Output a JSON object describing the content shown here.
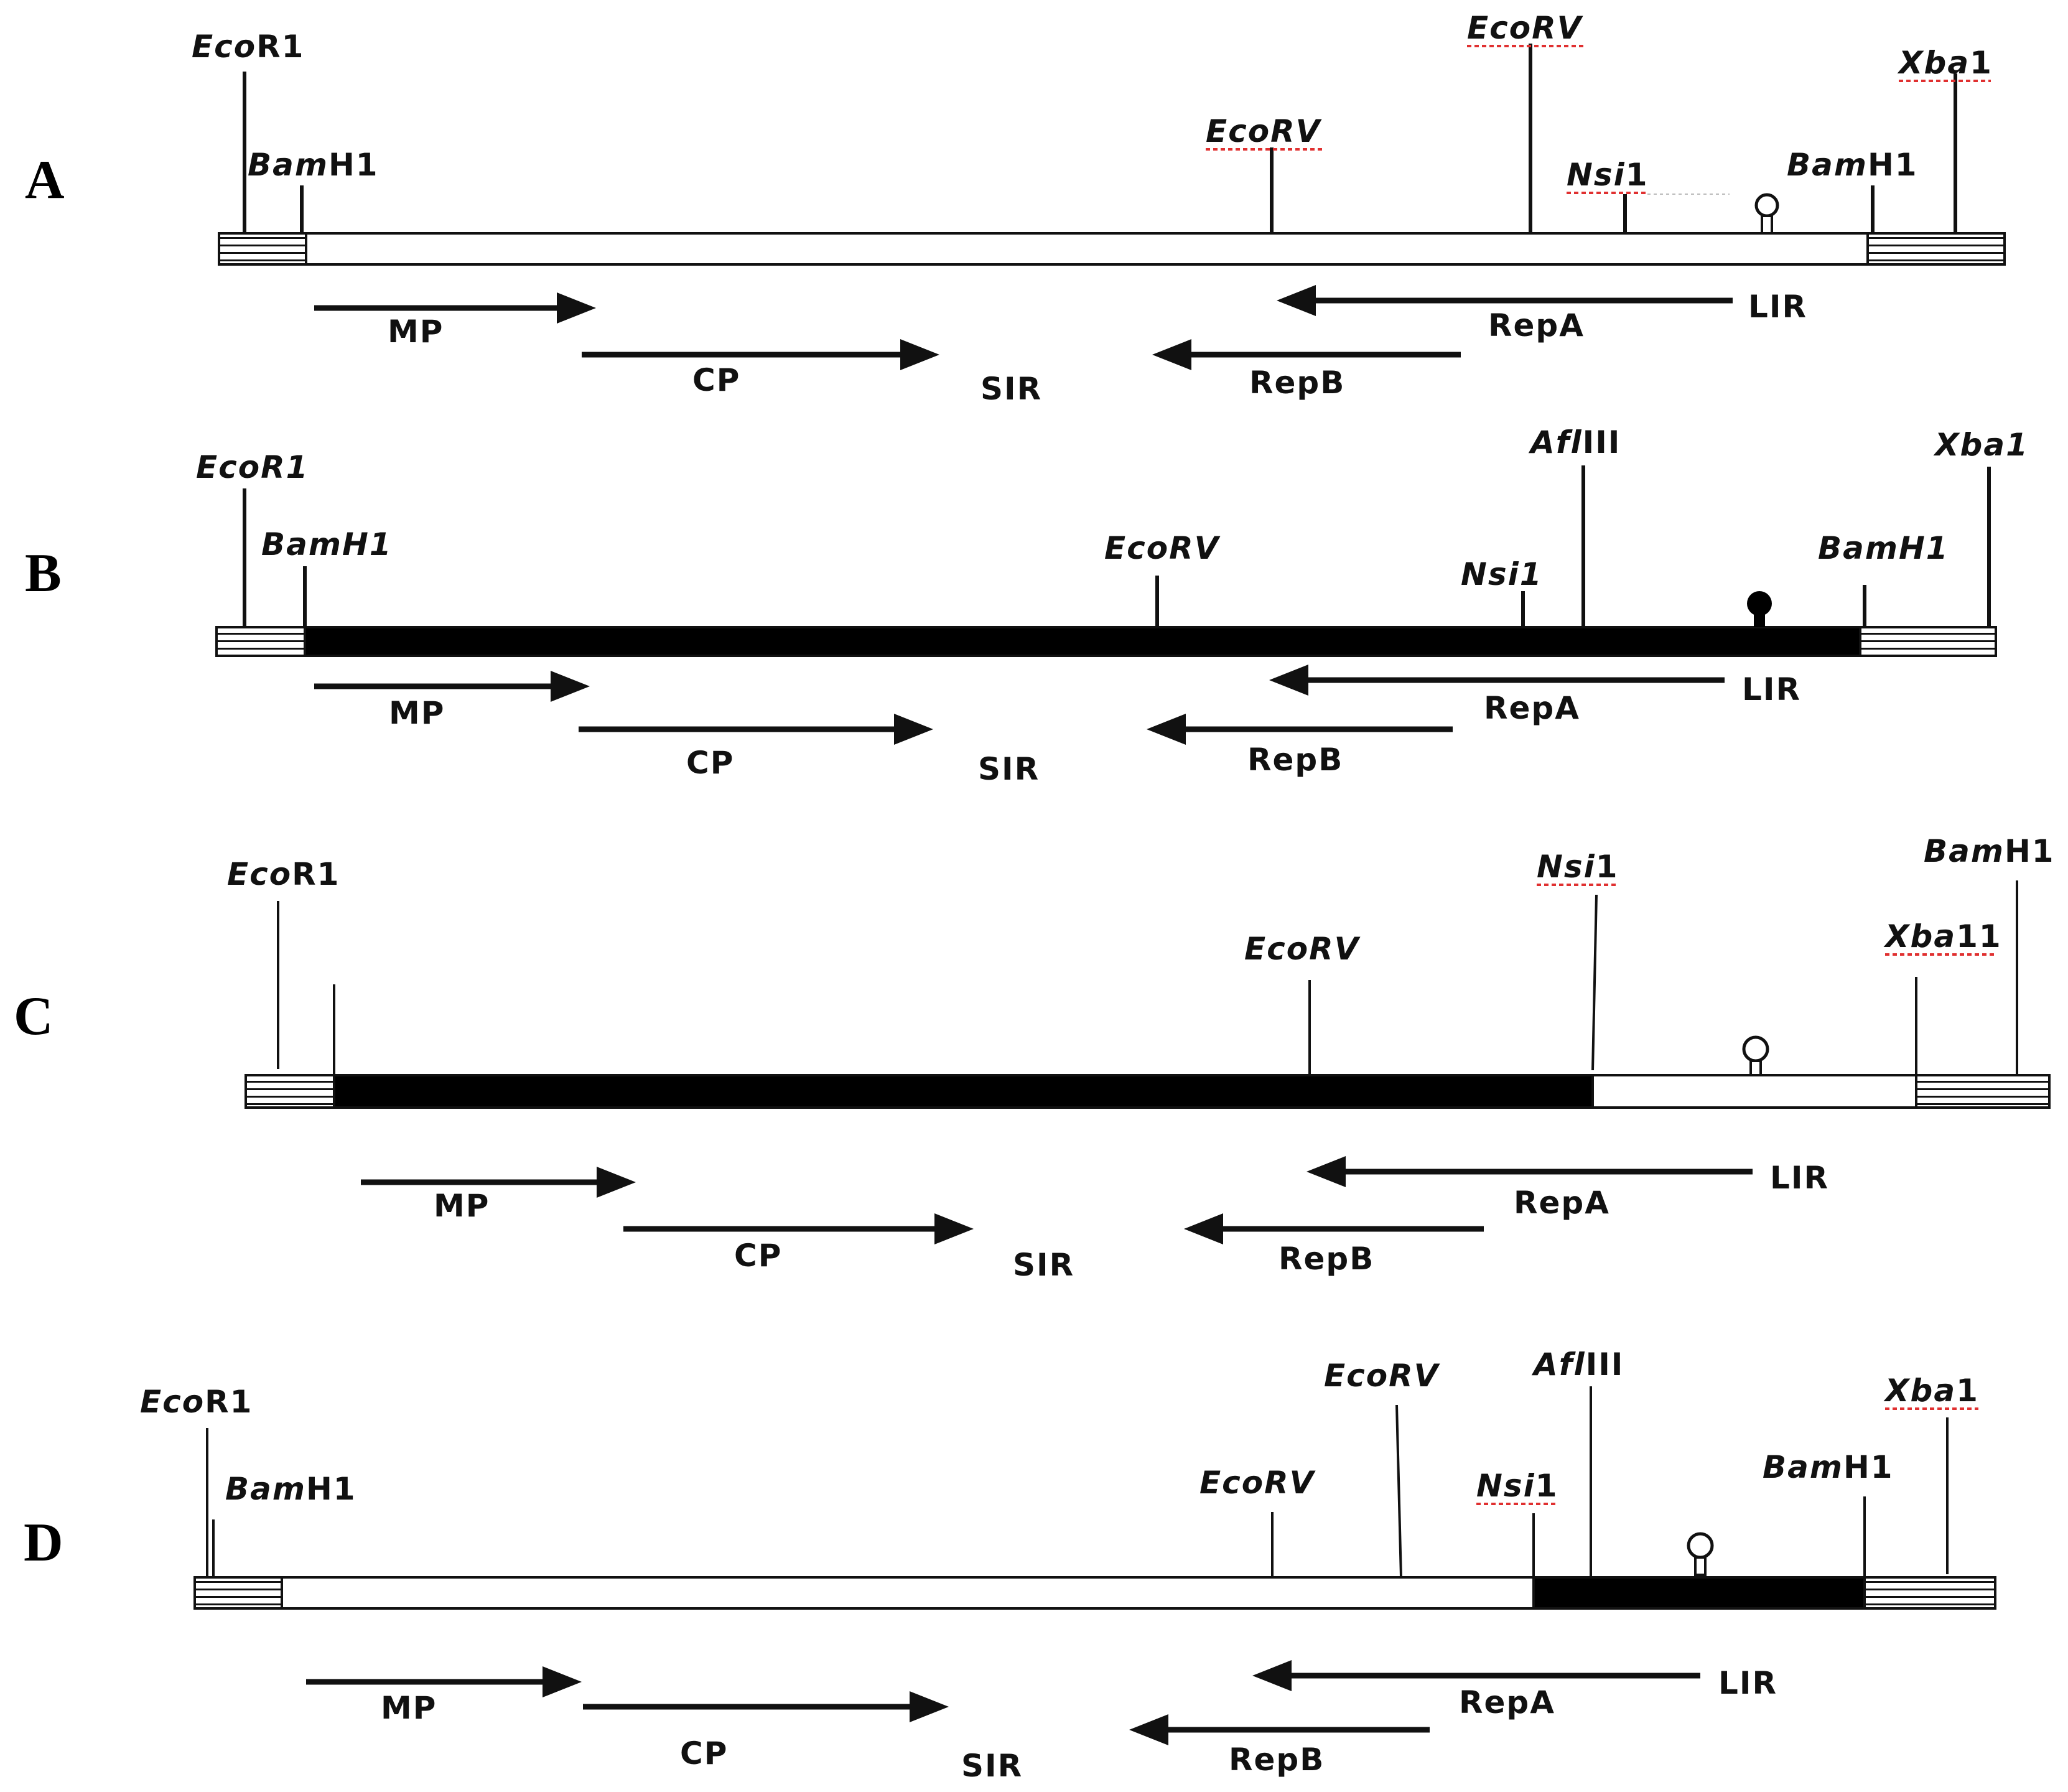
{
  "panels": [
    {
      "letter": "A",
      "sites": [
        {
          "pre": "Eco",
          "post": "R1",
          "spell": false
        },
        {
          "pre": "Bam",
          "post": "H1",
          "spell": false
        },
        {
          "pre": "EcoRV",
          "post": "",
          "spell": true
        },
        {
          "pre": "EcoRV",
          "post": "",
          "spell": true
        },
        {
          "pre": "Nsi",
          "post": "1",
          "spell": true
        },
        {
          "pre": "Bam",
          "post": "H1",
          "spell": false
        },
        {
          "pre": "Xba",
          "post": "1",
          "spell": true
        }
      ],
      "genes": {
        "mp": "MP",
        "cp": "CP",
        "sir": "SIR",
        "repa": "RepA",
        "repb": "RepB",
        "lir": "LIR"
      }
    },
    {
      "letter": "B",
      "sites": [
        {
          "pre": "EcoR1",
          "post": "",
          "spell": false
        },
        {
          "pre": "BamH1",
          "post": "",
          "spell": false
        },
        {
          "pre": "EcoRV",
          "post": "",
          "spell": false
        },
        {
          "pre": "Nsi1",
          "post": "",
          "spell": false
        },
        {
          "pre": "Afl",
          "post": "III",
          "spell": false
        },
        {
          "pre": "BamH1",
          "post": "",
          "spell": false
        },
        {
          "pre": "Xba1",
          "post": "",
          "spell": false
        }
      ],
      "genes": {
        "mp": "MP",
        "cp": "CP",
        "sir": "SIR",
        "repa": "RepA",
        "repb": "RepB",
        "lir": "LIR"
      }
    },
    {
      "letter": "C",
      "sites": [
        {
          "pre": "Eco",
          "post": "R1",
          "spell": false
        },
        {
          "pre": "EcoRV",
          "post": "",
          "spell": false
        },
        {
          "pre": "Nsi",
          "post": "1",
          "spell": true
        },
        {
          "pre": "Xba",
          "post": "11",
          "spell": true
        },
        {
          "pre": "Bam",
          "post": "H1",
          "spell": false
        }
      ],
      "genes": {
        "mp": "MP",
        "cp": "CP",
        "sir": "SIR",
        "repa": "RepA",
        "repb": "RepB",
        "lir": "LIR"
      }
    },
    {
      "letter": "D",
      "sites": [
        {
          "pre": "Eco",
          "post": "R1",
          "spell": false
        },
        {
          "pre": "Bam",
          "post": "H1",
          "spell": false
        },
        {
          "pre": "EcoRV",
          "post": "",
          "spell": false
        },
        {
          "pre": "EcoRV",
          "post": "",
          "spell": false
        },
        {
          "pre": "Afl",
          "post": "III",
          "spell": false
        },
        {
          "pre": "Nsi",
          "post": "1",
          "spell": true
        },
        {
          "pre": "Bam",
          "post": "H1",
          "spell": false
        },
        {
          "pre": "Xba",
          "post": "1",
          "spell": true
        }
      ],
      "genes": {
        "mp": "MP",
        "cp": "CP",
        "sir": "SIR",
        "repa": "RepA",
        "repb": "RepB",
        "lir": "LIR"
      }
    }
  ]
}
